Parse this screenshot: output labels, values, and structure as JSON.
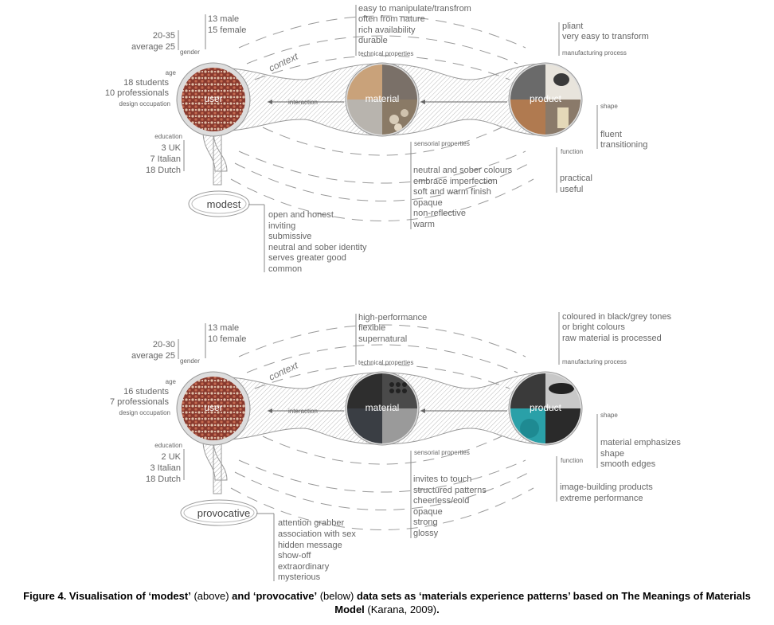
{
  "diagrams": [
    {
      "id": "modest",
      "meaning": "modest",
      "context_label": "context",
      "user": {
        "label": "user",
        "gender_label": "gender",
        "gender_values": [
          "13 male",
          "15 female"
        ],
        "age_label": "age",
        "age_values": [
          "20-35",
          "average 25"
        ],
        "occupation_values": [
          "18 students",
          "10 professionals"
        ],
        "occupation_label": "design occupation",
        "education_label": "education",
        "education_values": [
          "3 UK",
          "7 Italian",
          "18 Dutch"
        ]
      },
      "interaction_label": "interaction",
      "material": {
        "label": "material",
        "technical_label": "technical properties",
        "technical_values": [
          "easy to manipulate/transfrom",
          "often from nature",
          "rich availability",
          "durable"
        ],
        "sensorial_label": "sensorial properties",
        "sensorial_values": [
          "neutral and sober colours",
          "embrace imperfection",
          "soft and warm finish",
          "opaque",
          "non-reflective",
          "warm"
        ]
      },
      "product": {
        "label": "product",
        "manufacturing_label": "manufacturing process",
        "manufacturing_values": [
          "pliant",
          "very easy to transform"
        ],
        "shape_label": "shape",
        "shape_values": [
          "fluent",
          "transitioning"
        ],
        "function_label": "function",
        "function_values": [
          "practical",
          "useful"
        ]
      },
      "meaning_values": [
        "open and honest",
        "inviting",
        "submissive",
        "neutral and sober identity",
        "serves greater good",
        "common"
      ]
    },
    {
      "id": "provocative",
      "meaning": "provocative",
      "context_label": "context",
      "user": {
        "label": "user",
        "gender_label": "gender",
        "gender_values": [
          "13 male",
          "10 female"
        ],
        "age_label": "age",
        "age_values": [
          "20-30",
          "average 25"
        ],
        "occupation_values": [
          "16 students",
          "7 professionals"
        ],
        "occupation_label": "design occupation",
        "education_label": "education",
        "education_values": [
          "2 UK",
          "3 Italian",
          "18 Dutch"
        ]
      },
      "interaction_label": "interaction",
      "material": {
        "label": "material",
        "technical_label": "technical properties",
        "technical_values": [
          "high-performance",
          "flexible",
          "supernatural"
        ],
        "sensorial_label": "sensorial properties",
        "sensorial_values": [
          "invites to touch",
          "structured patterns",
          "cheerless/cold",
          "opaque",
          "strong",
          "glossy"
        ]
      },
      "product": {
        "label": "product",
        "manufacturing_label": "manufacturing process",
        "manufacturing_values": [
          "coloured in black/grey tones",
          "or bright colours",
          "raw material is processed"
        ],
        "shape_label": "shape",
        "shape_values": [
          "material emphasizes",
          "shape",
          "smooth edges"
        ],
        "function_label": "function",
        "function_values": [
          "image-building products",
          "extreme performance"
        ]
      },
      "meaning_values": [
        "attention grabber",
        "association with sex",
        "hidden message",
        "show-off",
        "extraordinary",
        "mysterious"
      ]
    }
  ],
  "caption": {
    "bold_1": "Figure 4. Visualisation of ‘modest’",
    "normal_1": " (above) ",
    "bold_2": "and ‘provocative’",
    "normal_2": " (below) ",
    "bold_3": "data sets as ‘materials experience patterns’ based on The Meanings of Materials Model",
    "normal_3": " (Karana, 2009)",
    "bold_4": "."
  },
  "colors": {
    "user_photo": "#8a3a2e",
    "material_modest": "#a89a88",
    "material_provocative": "#3a3a3a",
    "product_modest": "#7a6a5a",
    "product_provocative": "#3a8a8e",
    "outline": "#999999",
    "text": "#666666"
  }
}
